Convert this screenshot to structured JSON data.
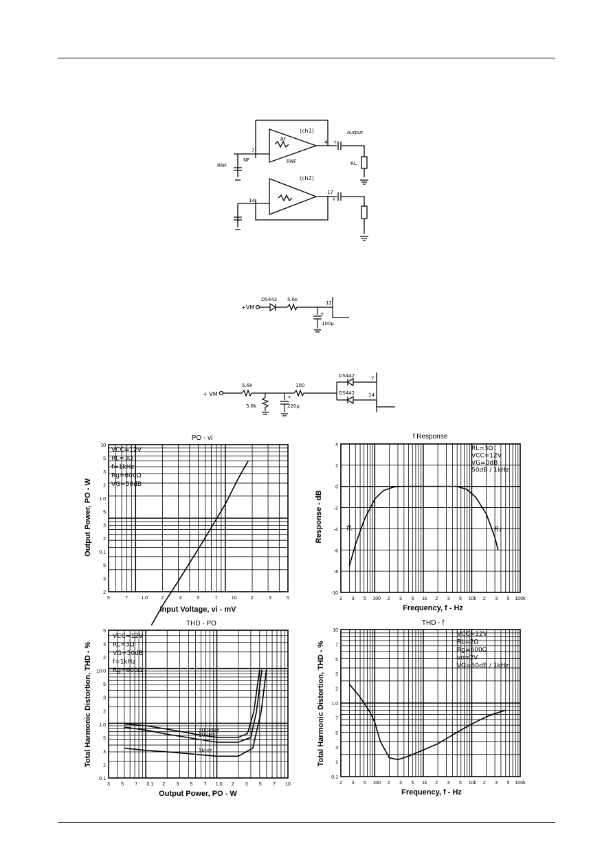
{
  "schematics": {
    "bridge": {
      "ch1": "(ch1)",
      "ch2": "(ch2)",
      "output": "output",
      "rf": "Rf",
      "nf_left": "NF",
      "rnf_left": "RNF",
      "rnf_right": "RNF",
      "pin7": "7",
      "pin14": "14",
      "pin4": "4",
      "pin17": "17",
      "plus1": "+",
      "plus2": "+",
      "rl": "RL"
    },
    "mute1": {
      "vm": "+VM",
      "diode": "DS442",
      "res": "5.6k",
      "pin": "12",
      "plus": "+",
      "cap": "100μ"
    },
    "mute2": {
      "vm": "+ VM",
      "res1": "5.6k",
      "res2": "5.6k",
      "res3": "100",
      "cap": "220μ",
      "plus": "+",
      "diode1": "DS442",
      "diode2": "DS442",
      "pin7": "7",
      "pin14": "14"
    }
  },
  "chart_data": [
    {
      "type": "line",
      "title": "PO - vi",
      "xlabel": "Input Voltage, vi - mV",
      "ylabel": "Output Power, PO - W",
      "x_scale": "log",
      "y_scale": "log",
      "xlim": [
        0.5,
        50
      ],
      "ylim": [
        0.1,
        10
      ],
      "x_tick_labels": [
        "5",
        "7",
        "1.0",
        "2",
        "3",
        "5",
        "7",
        "10",
        "2",
        "3",
        "5"
      ],
      "y_tick_labels": [
        "10",
        "5",
        "3",
        "2",
        "1.0",
        "5",
        "3",
        "2",
        "0.1",
        "5",
        "3",
        "2"
      ],
      "conditions": [
        "VCC=12V",
        "RL=3Ω",
        "f=1kHz",
        "Rg=600Ω",
        "VG=50dB"
      ],
      "series": [
        {
          "x": [
            1.5,
            2,
            3,
            5,
            7,
            10,
            14,
            18
          ],
          "y": [
            0.035,
            0.065,
            0.14,
            0.38,
            0.75,
            1.55,
            3.5,
            6.0
          ]
        }
      ]
    },
    {
      "type": "line",
      "title": "f Response",
      "xlabel": "Frequency, f - Hz",
      "ylabel": "Response - dB",
      "x_scale": "log",
      "xlim": [
        20,
        100000
      ],
      "ylim": [
        -10,
        4
      ],
      "x_tick_labels": [
        "2",
        "3",
        "5",
        "100",
        "2",
        "3",
        "5",
        "1k",
        "2",
        "3",
        "5",
        "10k",
        "2",
        "3",
        "5",
        "100k"
      ],
      "y_tick_labels": [
        "4",
        "2",
        "0",
        "-2",
        "-4",
        "-6",
        "-8",
        "-10"
      ],
      "conditions": [
        "RL=3Ω",
        "VCC=12V",
        "VG=0dB :",
        "50dB / 1kHz"
      ],
      "annotations": [
        "fL",
        "fH"
      ],
      "series": [
        {
          "x": [
            30,
            40,
            60,
            100,
            150,
            250,
            400,
            700,
            1000,
            3000,
            5000,
            8000,
            12000,
            20000,
            30000,
            35000
          ],
          "y": [
            -7.5,
            -5.5,
            -3.2,
            -1.2,
            -0.4,
            -0.05,
            0,
            0,
            0,
            0,
            0,
            -0.3,
            -1.0,
            -2.6,
            -4.8,
            -6.0
          ]
        }
      ]
    },
    {
      "type": "line",
      "title": "THD - PO",
      "xlabel": "Output Power, PO - W",
      "ylabel": "Total Harmonic Distortion, THD - %",
      "x_scale": "log",
      "y_scale": "log",
      "xlim": [
        0.03,
        10
      ],
      "ylim": [
        0.1,
        50
      ],
      "x_tick_labels": [
        "3",
        "5",
        "7",
        "0.1",
        "2",
        "3",
        "5",
        "7",
        "1.0",
        "2",
        "3",
        "5",
        "7",
        "10"
      ],
      "y_tick_labels": [
        "5",
        "3",
        "2",
        "10.0",
        "5",
        "3",
        "2",
        "1.0",
        "5",
        "3",
        "2",
        "0.1"
      ],
      "conditions": [
        "VCC=12V",
        "RL=3Ω",
        "VG=50dB",
        "f=1kHz",
        "Rg=600Ω"
      ],
      "series": [
        {
          "name": "100kHz",
          "x": [
            0.05,
            0.1,
            0.2,
            0.5,
            1.0,
            2.0,
            2.7,
            3.3,
            4.0
          ],
          "y": [
            0.97,
            0.9,
            0.78,
            0.63,
            0.55,
            0.55,
            0.65,
            1.6,
            9.5
          ]
        },
        {
          "name": "10kHz",
          "x": [
            0.05,
            0.1,
            0.2,
            0.5,
            1.0,
            2.0,
            3.0,
            3.6,
            4.3
          ],
          "y": [
            0.85,
            0.75,
            0.63,
            0.52,
            0.45,
            0.45,
            0.55,
            1.6,
            9.5
          ]
        },
        {
          "name": "1kHz",
          "x": [
            0.05,
            0.1,
            0.2,
            0.5,
            1.0,
            2.0,
            3.2,
            4.2,
            5.0
          ],
          "y": [
            0.35,
            0.32,
            0.3,
            0.27,
            0.25,
            0.25,
            0.35,
            1.6,
            10.0
          ]
        }
      ]
    },
    {
      "type": "line",
      "title": "THD - f",
      "xlabel": "Frequency, f - Hz",
      "ylabel": "Total Harmonic Distortion, THD - %",
      "x_scale": "log",
      "y_scale": "log",
      "xlim": [
        20,
        100000
      ],
      "ylim": [
        0.1,
        10
      ],
      "x_tick_labels": [
        "2",
        "3",
        "5",
        "100",
        "2",
        "3",
        "5",
        "1k",
        "2",
        "3",
        "5",
        "10k",
        "2",
        "3",
        "5",
        "100k"
      ],
      "y_tick_labels": [
        "10",
        "7",
        "5",
        "3",
        "2",
        "1.0",
        "7",
        "5",
        "3",
        "2",
        "0.1"
      ],
      "conditions": [
        "VCC=12V",
        "RL=2Ω",
        "Rg=600Ω",
        "vo=2V",
        "VG=50dB / 1kHz"
      ],
      "series": [
        {
          "x": [
            30,
            50,
            80,
            100,
            130,
            200,
            300,
            500,
            1000,
            2000,
            5000,
            10000,
            20000,
            30000,
            50000
          ],
          "y": [
            1.8,
            1.2,
            0.75,
            0.55,
            0.3,
            0.18,
            0.17,
            0.19,
            0.23,
            0.28,
            0.4,
            0.52,
            0.65,
            0.72,
            0.8
          ]
        }
      ]
    }
  ]
}
